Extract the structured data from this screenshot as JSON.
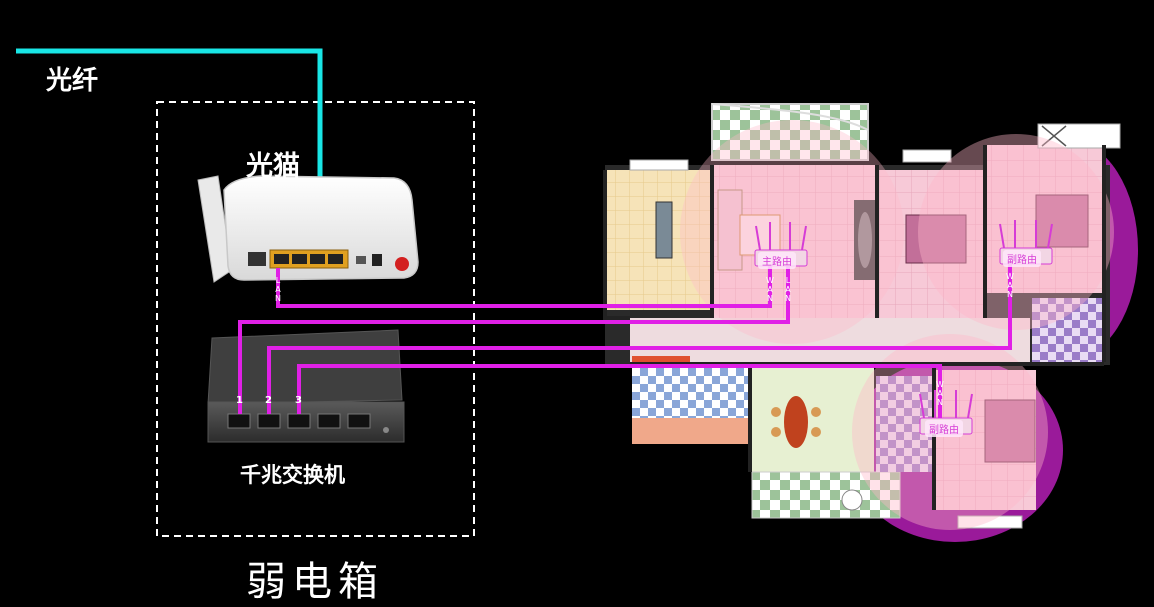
{
  "labels": {
    "fiber": "光纤",
    "modem": "光猫",
    "switch": "千兆交换机",
    "box": "弱电箱"
  },
  "routers": {
    "main": "主路由",
    "sub1": "副路由",
    "sub2": "副路由"
  },
  "cable_tags": {
    "modem_lan": "LAN",
    "main_lan": "LAN",
    "main_wan": "WAN",
    "sub1_wan": "WAN",
    "sub2_wan": "WAN"
  },
  "switch_ports": [
    "1",
    "2",
    "3"
  ],
  "colors": {
    "fiber": "#19e6e6",
    "cable": "#e020e6",
    "coverage_purple": "#9a1a9a",
    "coverage_pink": "#f7b6c8",
    "box_border": "#ffffff"
  }
}
